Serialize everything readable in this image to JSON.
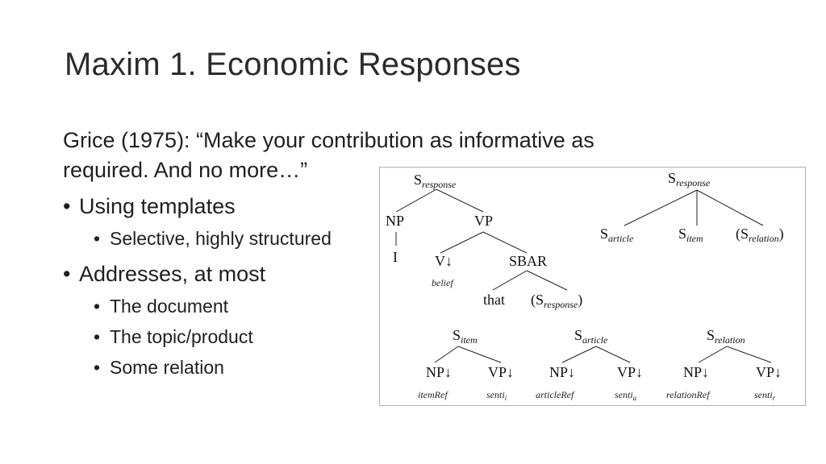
{
  "slide": {
    "title": "Maxim 1. Economic Responses",
    "quote_line1": "Grice (1975): “Make your contribution as informative as",
    "quote_line2": "required. And no more…”",
    "bullet_char": "•",
    "bullets": [
      {
        "text": "Using templates",
        "children": [
          "Selective, highly structured"
        ]
      },
      {
        "text": "Addresses, at most",
        "children": [
          "The document",
          "The topic/product",
          "Some relation"
        ]
      }
    ]
  },
  "tree": {
    "S": "S",
    "response": "response",
    "article": "article",
    "item": "item",
    "relation": "relation",
    "NP": "NP",
    "VP": "VP",
    "I": "I",
    "V_down": "V↓",
    "SBAR": "SBAR",
    "that": "that",
    "open_paren": "(",
    "close_paren": ")",
    "belief": "belief",
    "NP_down": "NP↓",
    "VP_down": "VP↓",
    "itemRef": "itemRef",
    "articleRef": "articleRef",
    "relationRef": "relationRef",
    "senti": "senti",
    "i": "i",
    "a": "a",
    "r": "r"
  },
  "colors": {
    "frame_border": "#9bb7cf",
    "text": "#1f1f1f"
  }
}
